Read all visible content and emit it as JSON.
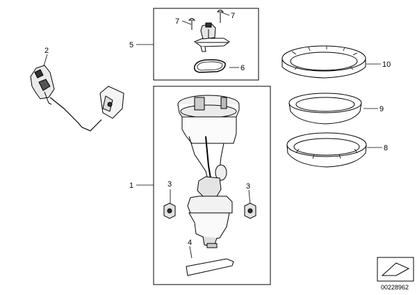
{
  "diagram": {
    "callouts": {
      "fuel_pump_assembly": "1",
      "level_sensor": "2",
      "clip_left": "3",
      "clip_right": "3",
      "filter_insert": "4",
      "flange_unit": "5",
      "flange_seal": "6",
      "screw_left": "7",
      "screw_right": "7",
      "gasket_ring": "8",
      "seal_ring": "9",
      "locking_ring": "10"
    },
    "part_number": "00228962"
  }
}
